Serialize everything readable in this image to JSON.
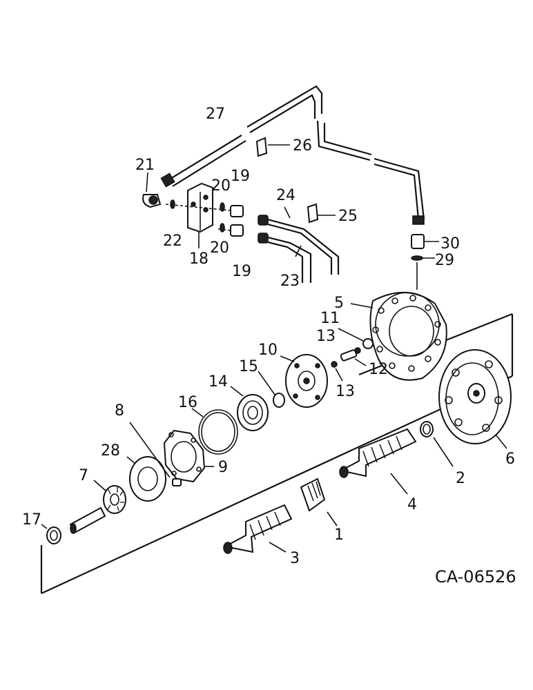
{
  "drawing_code": "CA-06526",
  "callouts": {
    "c1": "1",
    "c2": "2",
    "c3": "3",
    "c4": "4",
    "c5": "5",
    "c6": "6",
    "c7": "7",
    "c8": "8",
    "c9": "9",
    "c10": "10",
    "c11": "11",
    "c12": "12",
    "c13a": "13",
    "c13b": "13",
    "c14": "14",
    "c15": "15",
    "c16": "16",
    "c17": "17",
    "c18": "18",
    "c19a": "19",
    "c19b": "19",
    "c20a": "20",
    "c20b": "20",
    "c21": "21",
    "c22": "22",
    "c23": "23",
    "c24": "24",
    "c25": "25",
    "c26": "26",
    "c27": "27",
    "c28": "28",
    "c29": "29",
    "c30": "30"
  }
}
